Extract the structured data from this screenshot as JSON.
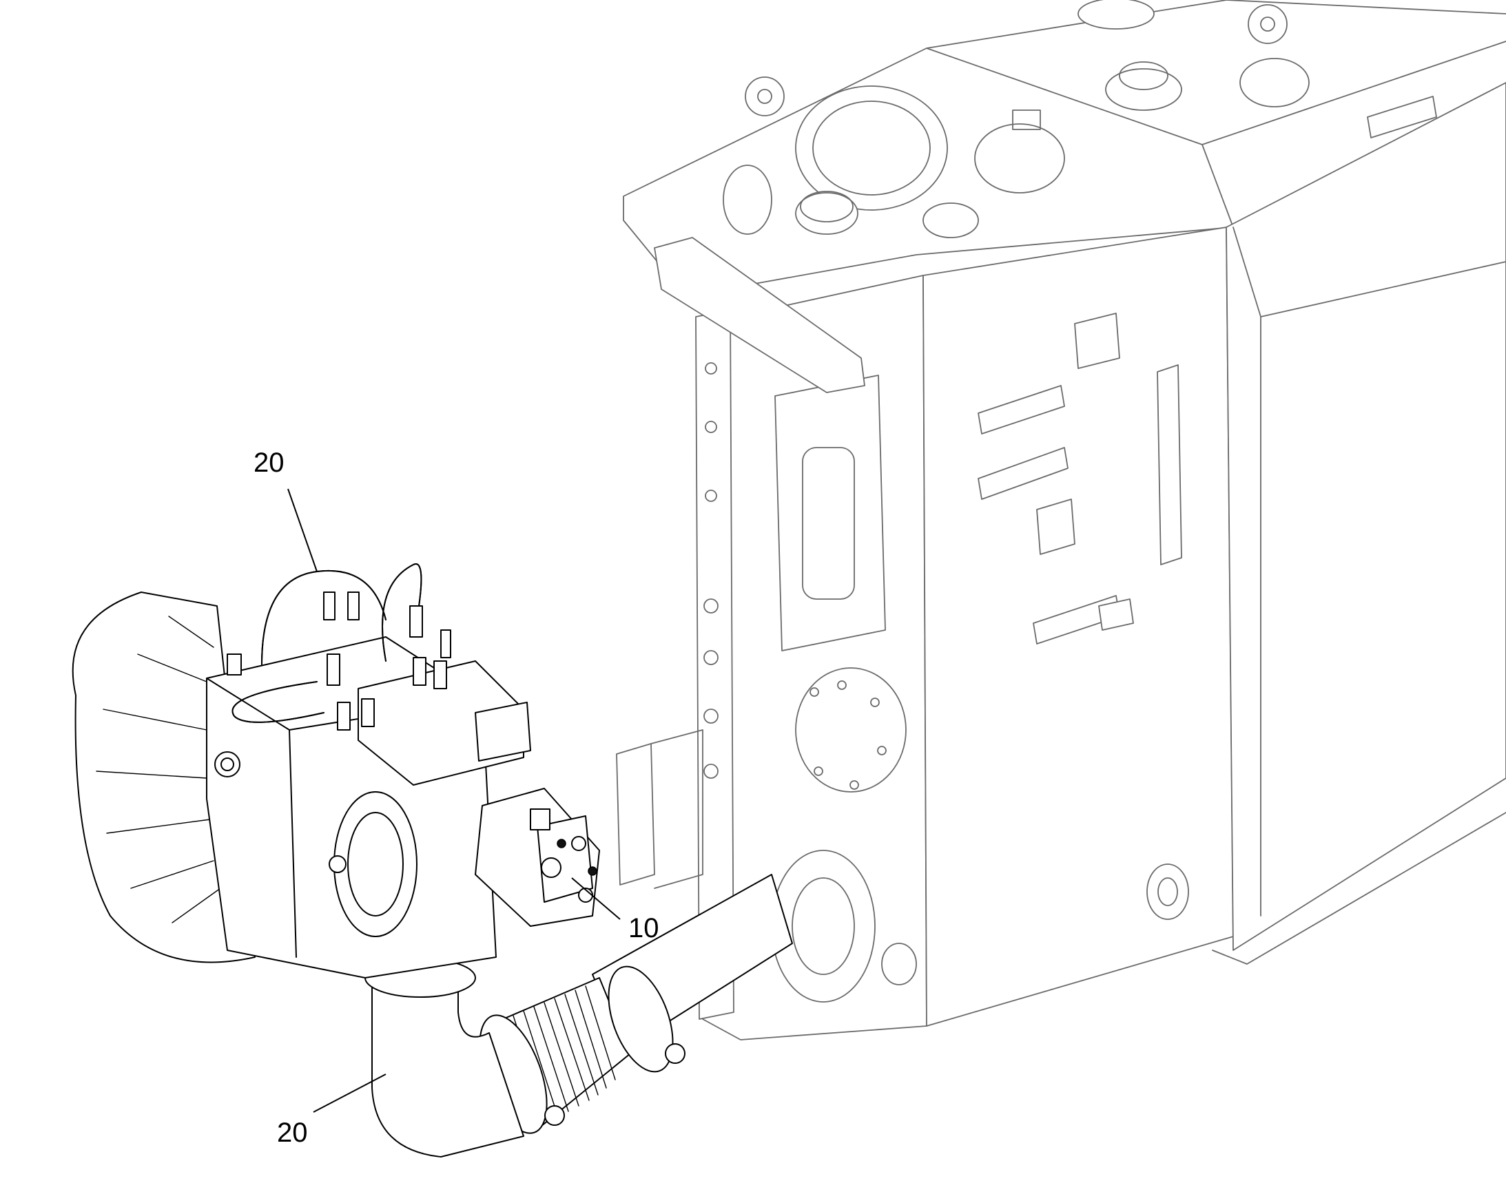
{
  "diagram": {
    "callouts": [
      {
        "id": "hose-upper",
        "label": "20"
      },
      {
        "id": "pump-gear",
        "label": "10"
      },
      {
        "id": "hose-lower",
        "label": "20"
      }
    ],
    "colors": {
      "line": "#000000",
      "secondary_line": "#6a6a6a",
      "background": "#ffffff"
    }
  }
}
